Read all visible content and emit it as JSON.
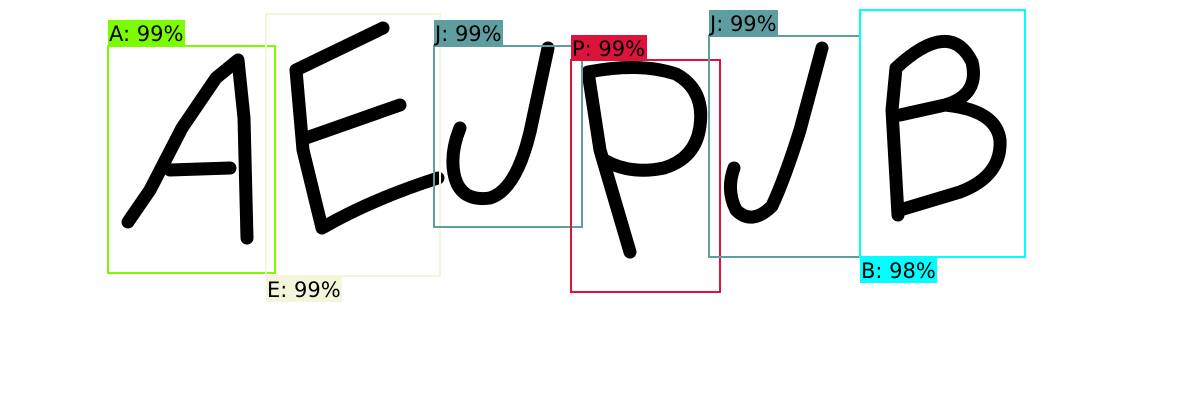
{
  "detections": [
    {
      "label": "A: 99%",
      "letter": "A",
      "confidence": "99%",
      "color": "#7CFC00"
    },
    {
      "label": "E: 99%",
      "letter": "E",
      "confidence": "99%",
      "color": "#F5F5DC"
    },
    {
      "label": "J: 99%",
      "letter": "J",
      "confidence": "99%",
      "color": "#5F9EA0"
    },
    {
      "label": "P: 99%",
      "letter": "P",
      "confidence": "99%",
      "color": "#DC143C"
    },
    {
      "label": "J: 99%",
      "letter": "J",
      "confidence": "99%",
      "color": "#5F9EA0"
    },
    {
      "label": "B: 98%",
      "letter": "B",
      "confidence": "98%",
      "color": "#00FFFF"
    }
  ]
}
